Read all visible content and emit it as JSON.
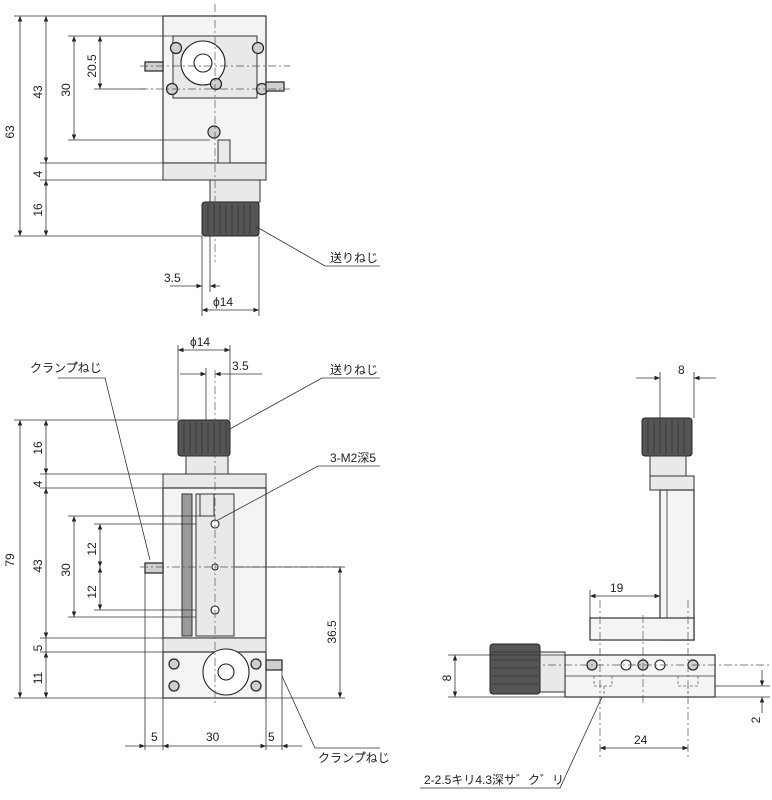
{
  "top_view": {
    "dims": {
      "d63": "63",
      "d43": "43",
      "d30": "30",
      "d20_5": "20.5",
      "d4": "4",
      "d16": "16",
      "d3_5": "3.5",
      "phi14": "ϕ14"
    },
    "labels": {
      "feed_screw": "送りねじ"
    }
  },
  "front_view": {
    "dims": {
      "phi14": "ϕ14",
      "d3_5": "3.5",
      "d79": "79",
      "d16": "16",
      "d4": "4",
      "d43": "43",
      "d30": "30",
      "d12a": "12",
      "d12b": "12",
      "d36_5": "36.5",
      "d5": "5",
      "d11": "11",
      "d5_left": "5",
      "d30_bottom": "30",
      "d5_right": "5"
    },
    "labels": {
      "clamp_screw_top": "クランプ゚ねじ",
      "feed_screw": "送りねじ",
      "tapped_holes": "3-M2深5",
      "clamp_screw_bottom": "クランプ゚ねじ"
    }
  },
  "side_view": {
    "dims": {
      "d8_top": "8",
      "d19": "19",
      "d8_left": "8",
      "d2": "2",
      "d24": "24"
    },
    "labels": {
      "counterbore": "2-2.5キリ4.3深サ゛ク゛リ"
    }
  }
}
